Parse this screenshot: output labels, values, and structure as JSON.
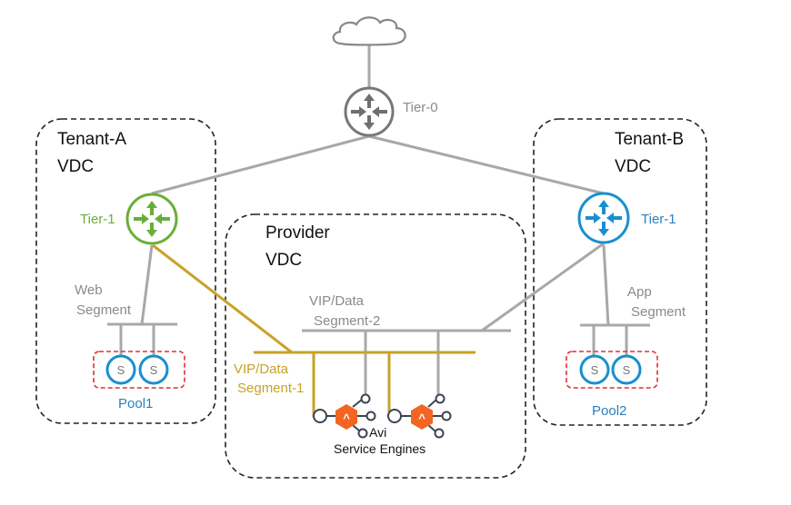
{
  "colors": {
    "gray_line": "#a8a8a8",
    "gold_line": "#c9a227",
    "tier0": "#777777",
    "tier1_a": "#6aae3a",
    "tier1_b": "#1a8fd0",
    "server": "#1a8fd0",
    "pool_border": "#e03030",
    "avi": "#f26522",
    "avi_node": "#3a4454",
    "boundary": "#222222"
  },
  "internet": {
    "icon": "cloud-icon"
  },
  "tier0": {
    "label": "Tier-0",
    "icon": "router-icon"
  },
  "tenant_a": {
    "title_line1": "Tenant-A",
    "title_line2": "VDC",
    "router_label": "Tier-1",
    "segment_line1": "Web",
    "segment_line2": "Segment",
    "servers": [
      "S",
      "S"
    ],
    "pool_label": "Pool1"
  },
  "tenant_b": {
    "title_line1": "Tenant-B",
    "title_line2": "VDC",
    "router_label": "Tier-1",
    "segment_line1": "App",
    "segment_line2": "Segment",
    "servers": [
      "S",
      "S"
    ],
    "pool_label": "Pool2"
  },
  "provider": {
    "title_line1": "Provider",
    "title_line2": "VDC",
    "seg2_line1": "VIP/Data",
    "seg2_line2": "Segment-2",
    "seg1_line1": "VIP/Data",
    "seg1_line2": "Segment-1",
    "se_label_line1": "Avi",
    "se_label_line2": "Service Engines",
    "se_glyph": "^"
  }
}
